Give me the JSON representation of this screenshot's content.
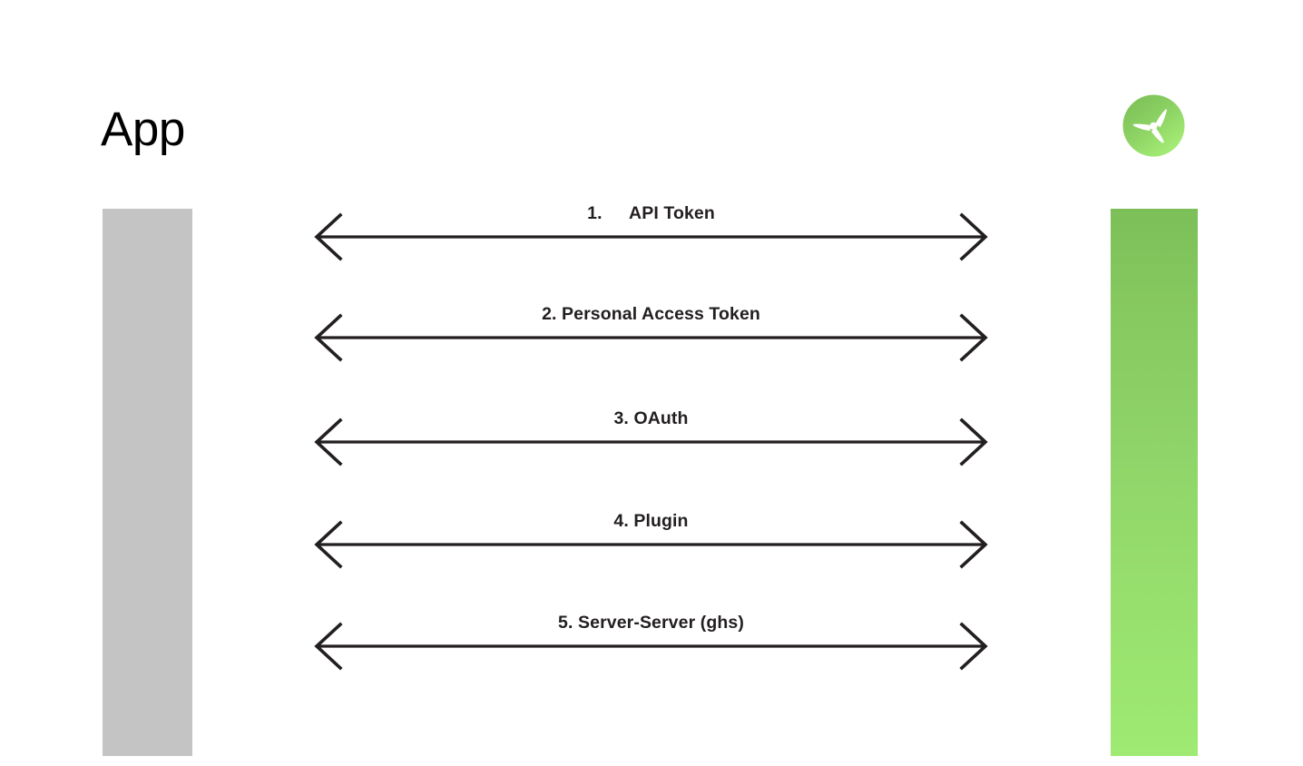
{
  "diagram": {
    "title": "App",
    "background": "#ffffff",
    "actors": [
      {
        "id": "app",
        "label": "App",
        "lifeline_color": "#c4c4c4",
        "side": "left"
      },
      {
        "id": "service",
        "label": "",
        "lifeline_gradient_from": "#7cbf59",
        "lifeline_gradient_to": "#9eea72",
        "side": "right",
        "logo_icon": "propeller-logo-icon",
        "logo_blade_color": "#ffffff"
      }
    ],
    "messages": [
      {
        "number": "1.",
        "text": "API Token",
        "display": "1.  API Token",
        "direction": "bidirectional"
      },
      {
        "number": "2.",
        "text": "Personal Access Token",
        "display": "2. Personal Access Token",
        "direction": "bidirectional"
      },
      {
        "number": "3.",
        "text": "OAuth",
        "display": "3. OAuth",
        "direction": "bidirectional"
      },
      {
        "number": "4.",
        "text": "Plugin",
        "display": "4. Plugin",
        "direction": "bidirectional"
      },
      {
        "number": "5.",
        "text": "Server-Server (ghs)",
        "display": "5. Server-Server (ghs)",
        "direction": "bidirectional"
      }
    ],
    "arrow_color": "#231f20",
    "label_color": "#231f20"
  }
}
